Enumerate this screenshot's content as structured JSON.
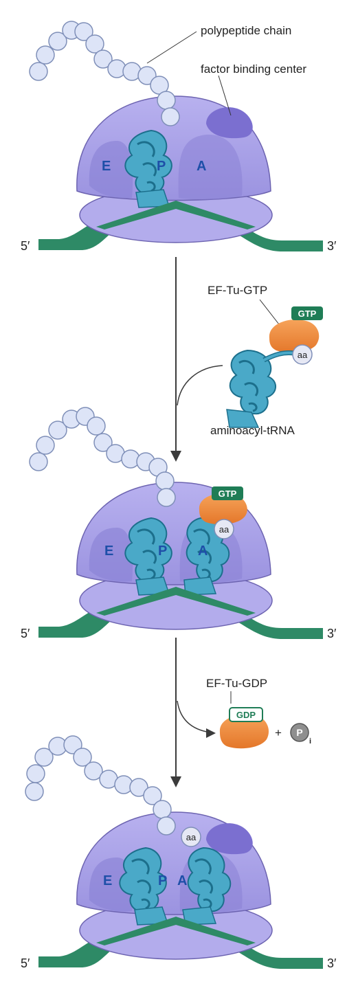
{
  "labels": {
    "polypeptide": "polypeptide chain",
    "factor_center": "factor binding center",
    "ef_tu_gtp": "EF-Tu-GTP",
    "aminoacyl_trna": "aminoacyl-tRNA",
    "ef_tu_gdp": "EF-Tu-GDP",
    "gtp": "GTP",
    "gdp": "GDP",
    "aa": "aa",
    "plus": "+",
    "phosphate": "P",
    "phosphate_sub": "i",
    "site_e": "E",
    "site_p": "P",
    "site_a": "A",
    "five_prime": "5′",
    "three_prime": "3′"
  },
  "colors": {
    "ribosome_large": "#aaa2e8",
    "ribosome_large_shade": "#8b82d6",
    "ribosome_small": "#b3acec",
    "ribosome_outline": "#6c63b0",
    "factor_center": "#7b6fd0",
    "mrna": "#2e8a66",
    "trna": "#4aa9c8",
    "bead_fill": "#dde4f7",
    "bead_stroke": "#7f8fb8",
    "ef_tu": "#f08a3a",
    "gtp_badge": "#1f7d56",
    "phosphate": "#8f8f8f",
    "arrow": "#3b3b3b"
  },
  "icons": {
    "ribosome": "ribosome-shape",
    "trna": "trna-cloverleaf-icon",
    "ef_tu": "ef-tu-blob-icon",
    "phosphate": "phosphate-circle-icon"
  }
}
